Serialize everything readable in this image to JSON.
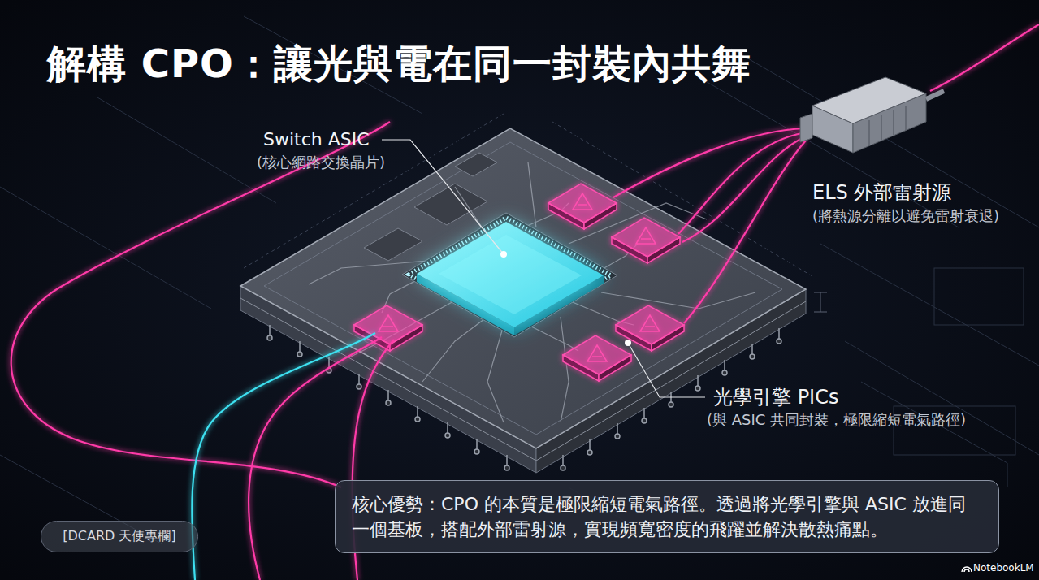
{
  "diagram": {
    "title": "解構 CPO：讓光與電在同一封裝內共舞",
    "nodes": [
      {
        "text": [
          "核心優勢：CPO 的本質是極限縮短電氣路徑。透過將光學引擎與 ASIC 放進同 一個基板，搭配外部雷射源，實現頻寬密度的飛躍並解決散熱痛點。"
        ]
      },
      {
        "text": [
          "[DCARD 天使專欄]"
        ]
      }
    ],
    "labels": [
      "Switch ASIC",
      "(核心網路交換晶片)",
      "ELS 外部雷射源",
      "(將熱源分離以避免雷射衰退)",
      "光學引擎 PICs",
      "(與 ASIC 共同封裝，極限縮短電氣路徑)",
      "NotebookLM"
    ]
  }
}
